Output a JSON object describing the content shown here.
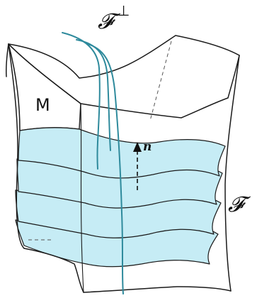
{
  "labels": {
    "manifold": "M",
    "foliation": "𝓕",
    "orthogonal_foliation": "𝓕",
    "orthogonal_superscript": "⊥",
    "normal": "n"
  },
  "colors": {
    "leaf_fill": "#c6ecf5",
    "orthogonal_curve": "#2e8a9c",
    "outline": "#1a1a1a"
  }
}
